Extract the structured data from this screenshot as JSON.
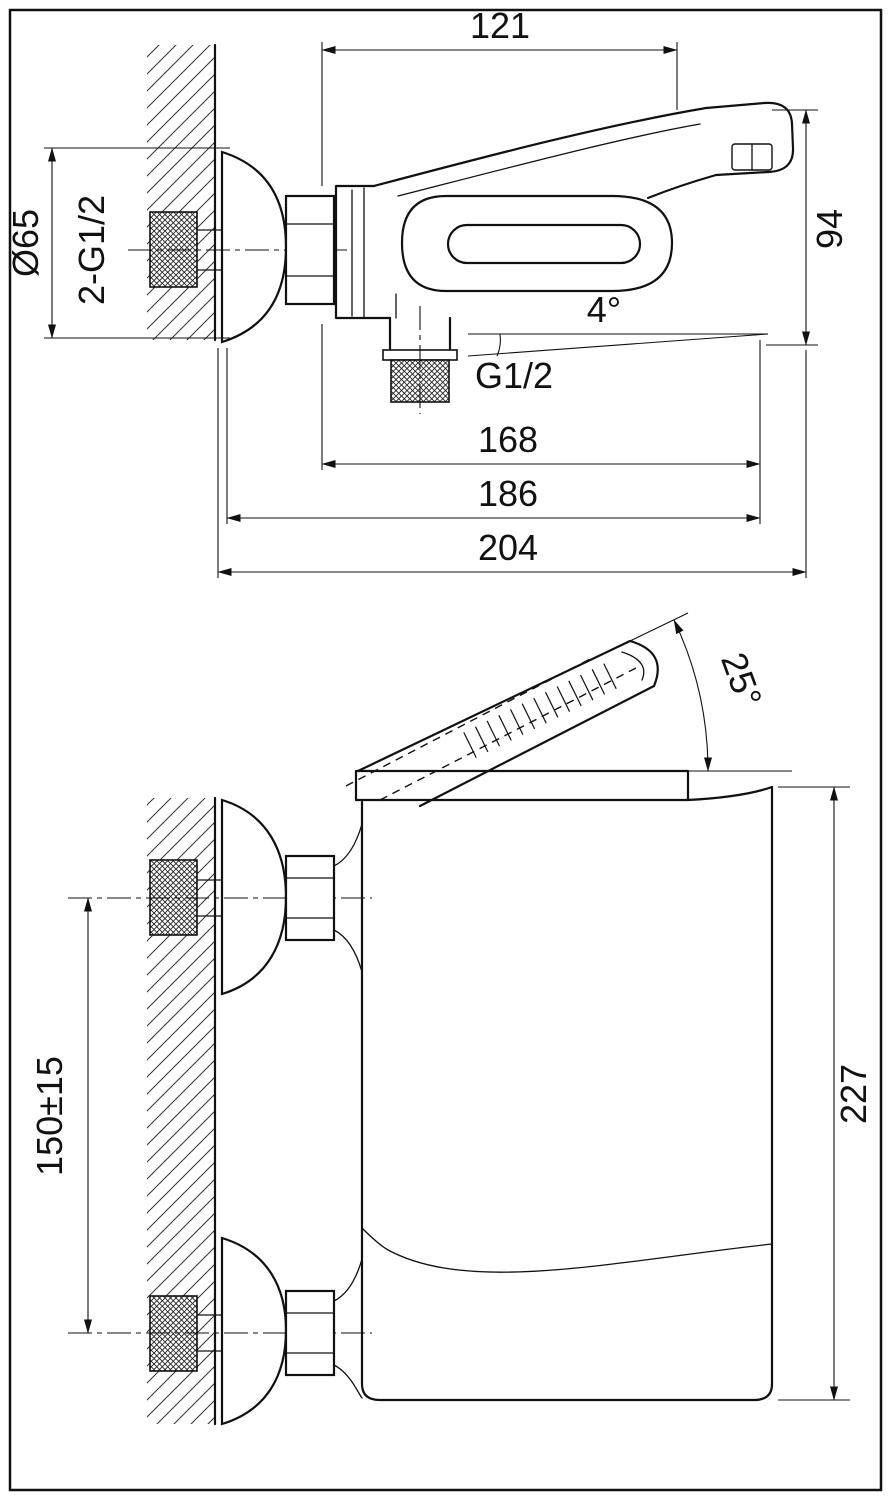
{
  "drawing": {
    "colors": {
      "line": "#111111",
      "background": "#ffffff"
    },
    "top_view": {
      "dim_width": "121",
      "dim_diameter": "Ø65",
      "dim_inlet_threads": "2-G1/2",
      "dim_height": "94",
      "dim_spout_angle": "4°",
      "dim_outlet_thread": "G1/2",
      "dim_len_a": "168",
      "dim_len_b": "186",
      "dim_len_c": "204"
    },
    "side_view": {
      "dim_handle_angle": "25°",
      "dim_inlet_spacing": "150±15",
      "dim_total_height": "227"
    }
  }
}
